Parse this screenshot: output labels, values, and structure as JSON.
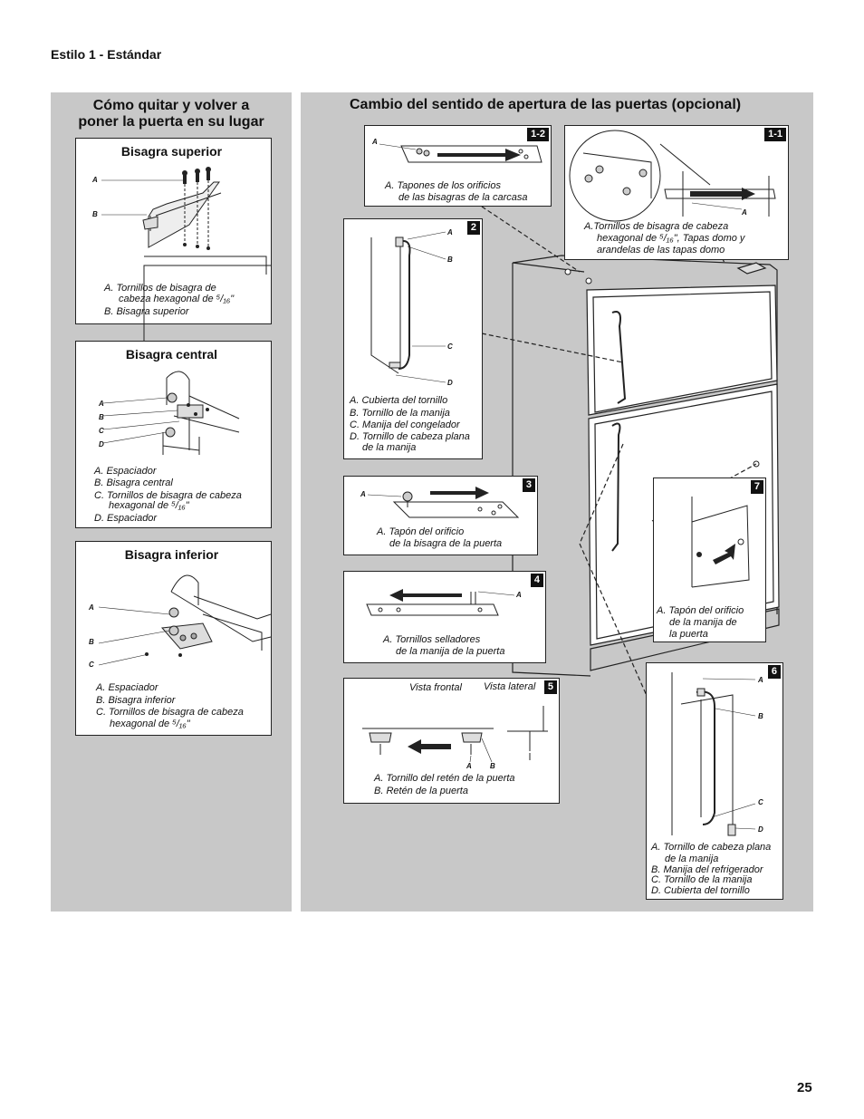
{
  "header": {
    "style_title": "Estilo 1 - Estándar"
  },
  "left_panel": {
    "heading_line1": "Cómo quitar y volver a",
    "heading_line2": "poner la puerta en su lugar",
    "top_hinge": {
      "title": "Bisagra superior",
      "labels": [
        "A",
        "B"
      ],
      "caption_a1": "A. Tornillos de bisagra de",
      "caption_a2": "cabeza hexagonal de ⁵/₁₆\"",
      "caption_b": "B. Bisagra superior"
    },
    "center_hinge": {
      "title": "Bisagra central",
      "labels": [
        "A",
        "B",
        "C",
        "D"
      ],
      "caption_a": "A. Espaciador",
      "caption_b": "B. Bisagra central",
      "caption_c1": "C. Tornillos de bisagra de cabeza",
      "caption_c2": "hexagonal de ⁵/₁₆\"",
      "caption_d": "D. Espaciador"
    },
    "bottom_hinge": {
      "title": "Bisagra inferior",
      "labels": [
        "A",
        "B",
        "C"
      ],
      "caption_a": "A. Espaciador",
      "caption_b": "B. Bisagra inferior",
      "caption_c1": "C. Tornillos de bisagra de cabeza",
      "caption_c2": "hexagonal de ⁵/₁₆\""
    }
  },
  "right_panel": {
    "heading": "Cambio del sentido de apertura de las puertas (opcional)",
    "fig_1_2": {
      "badge": "1-2",
      "label_a": "A",
      "caption1": "A. Tapones de los orificios",
      "caption2": "de las bisagras de la carcasa"
    },
    "fig_1_1": {
      "badge": "1-1",
      "label_a": "A",
      "caption1": "A.Tornillos de bisagra de cabeza",
      "caption2": "hexagonal de ⁵/₁₆\", Tapas domo y",
      "caption3": "arandelas de las tapas domo"
    },
    "fig_2": {
      "badge": "2",
      "labels": [
        "A",
        "B",
        "C",
        "D"
      ],
      "caption_a": "A. Cubierta del tornillo",
      "caption_b": "B. Tornillo de la manija",
      "caption_c": "C. Manija del congelador",
      "caption_d1": "D. Tornillo de cabeza plana",
      "caption_d2": "de la manija"
    },
    "fig_3": {
      "badge": "3",
      "label_a": "A",
      "caption1": "A. Tapón del orificio",
      "caption2": "de la bisagra de la puerta"
    },
    "fig_4": {
      "badge": "4",
      "label_a": "A",
      "caption1": "A. Tornillos selladores",
      "caption2": "de la manija de la puerta"
    },
    "fig_5": {
      "badge": "5",
      "view_front": "Vista frontal",
      "view_side": "Vista lateral",
      "labels": [
        "A",
        "B"
      ],
      "caption_a": "A. Tornillo del retén de la puerta",
      "caption_b": "B. Retén de la puerta"
    },
    "fig_7": {
      "badge": "7",
      "caption1": "A. Tapón del orificio",
      "caption2": "de la manija de",
      "caption3": "la puerta"
    },
    "fig_6": {
      "badge": "6",
      "labels": [
        "A",
        "B",
        "C",
        "D"
      ],
      "caption_a1": "A. Tornillo de cabeza plana",
      "caption_a2": "de la manija",
      "caption_b": "B. Manija del refrigerador",
      "caption_c": "C. Tornillo de la manija",
      "caption_d": "D. Cubierta del tornillo"
    }
  },
  "footer": {
    "page_number": "25"
  }
}
